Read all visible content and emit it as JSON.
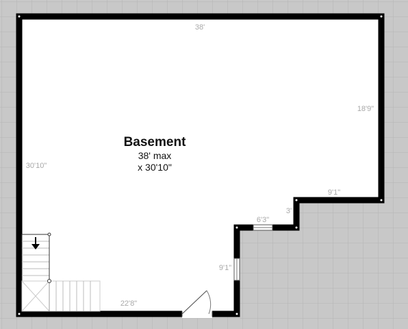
{
  "room": {
    "name": "Basement",
    "size_line1": "38' max",
    "size_line2": "x 30'10\""
  },
  "dimensions": {
    "top": "38'",
    "right_upper": "18'9\"",
    "left": "30'10\"",
    "step_width": "9'1\"",
    "step_depth": "3'",
    "window_top": "6'3\"",
    "window_side": "9'1\"",
    "bottom": "22'8\""
  },
  "colors": {
    "background": "#c8c8c8",
    "grid": "#b4b4b4",
    "wall": "#000000",
    "floor": "#ffffff",
    "dimension_text": "#a8a8a8"
  },
  "icons": {
    "stairs_arrow": "arrow-down-icon"
  }
}
